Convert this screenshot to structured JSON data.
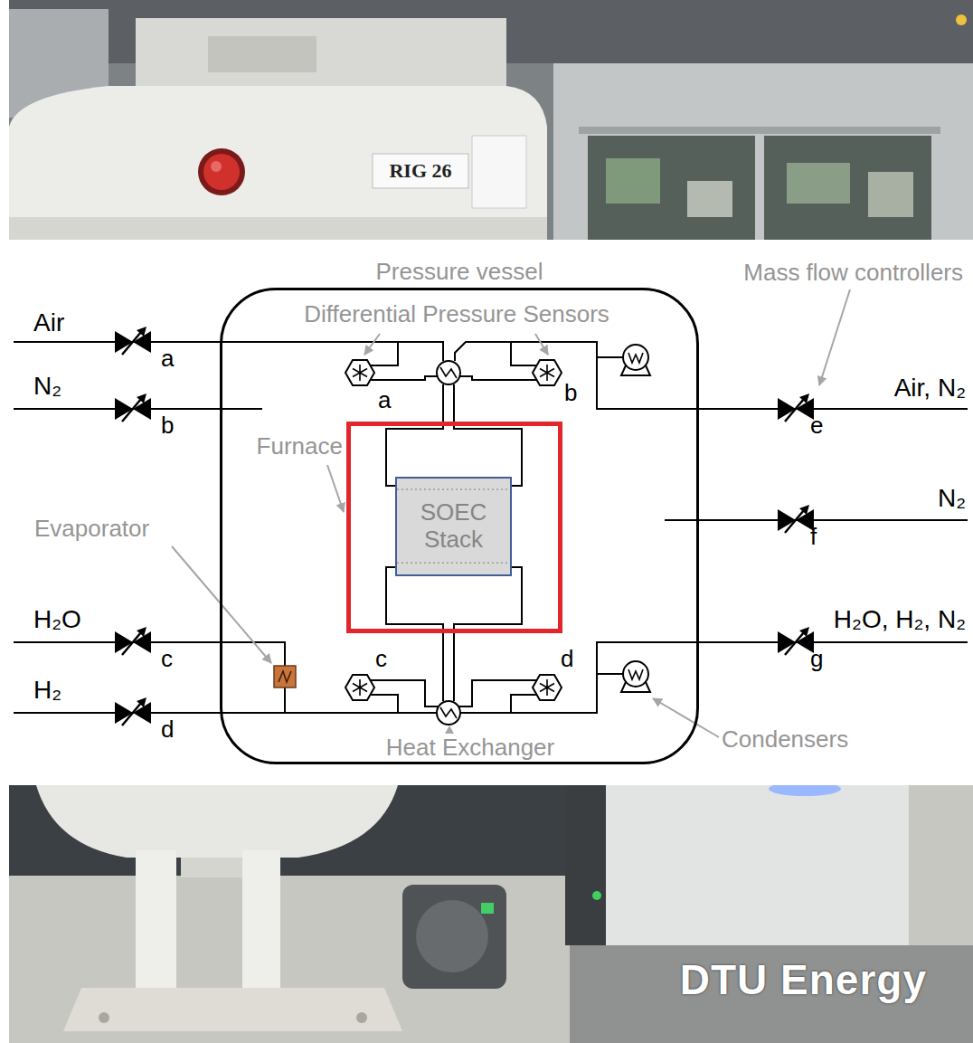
{
  "diagram": {
    "nodes": [
      {
        "text": [
          "Pressure vessel"
        ]
      },
      {
        "text": [
          "Furnace"
        ],
        "in": 0
      },
      {
        "text": [
          "SOEC Stack"
        ],
        "in": 1
      }
    ],
    "labels": [
      "RIG 26",
      "Air",
      "a",
      "N₂",
      "b",
      "Evaporator",
      "H₂O",
      "c",
      "H₂",
      "d",
      "Differential Pressure Sensors",
      "a",
      "b",
      "c",
      "d",
      "Heat Exchanger",
      "Mass flow controllers",
      "Air, N₂",
      "e",
      "N₂",
      "f",
      "H₂O, H₂, N₂",
      "g",
      "Condensers",
      "DTU Energy"
    ]
  }
}
